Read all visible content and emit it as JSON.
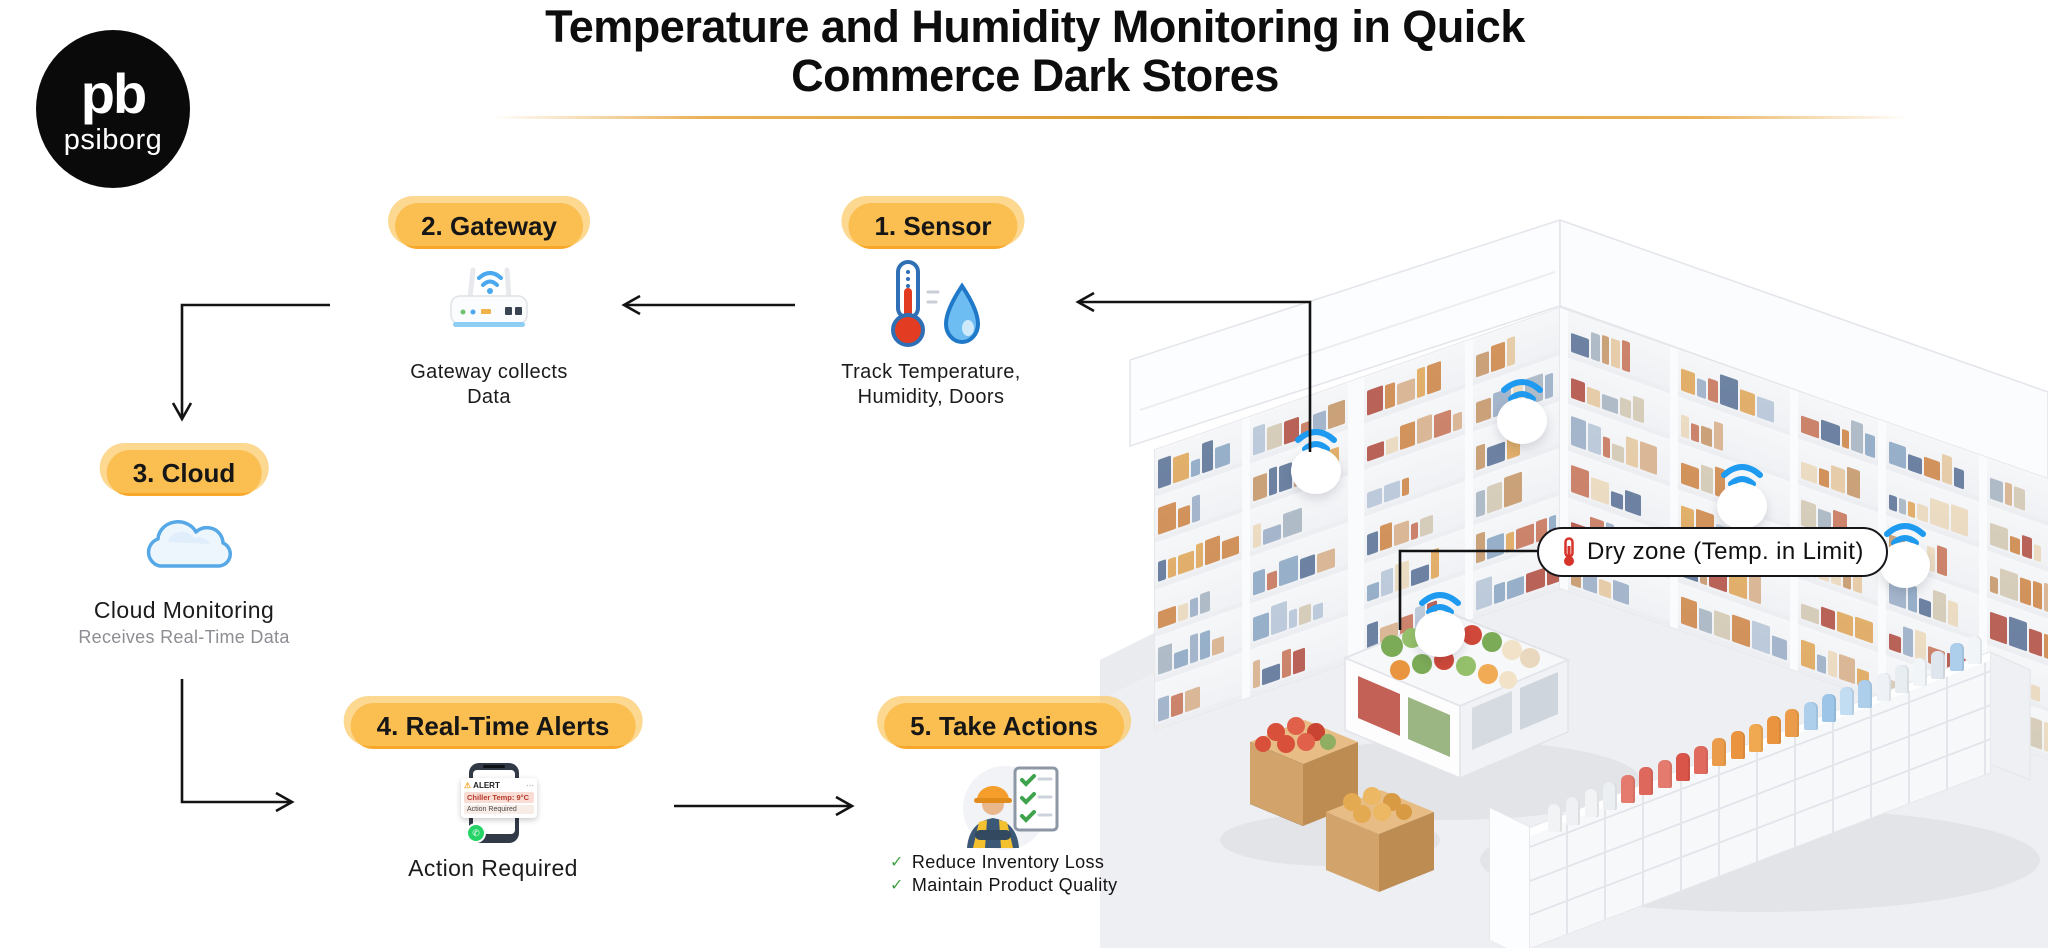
{
  "brand": {
    "logo_monogram": "pb",
    "logo_text": "psiborg"
  },
  "title": {
    "line1": "Temperature and Humidity Monitoring in Quick",
    "line2": "Commerce Dark Stores"
  },
  "steps": {
    "sensor": {
      "badge": "1. Sensor",
      "caption_line1": "Track Temperature,",
      "caption_line2": "Humidity, Doors"
    },
    "gateway": {
      "badge": "2. Gateway",
      "caption_line1": "Gateway collects",
      "caption_line2": "Data"
    },
    "cloud": {
      "badge": "3. Cloud",
      "caption": "Cloud Monitoring",
      "subcaption": "Receives Real-Time Data"
    },
    "alerts": {
      "badge": "4. Real-Time Alerts",
      "caption": "Action Required",
      "phone": {
        "alert_label": "ALERT",
        "menu_dots": "⋯",
        "line1": "Chiller Temp: 9°C",
        "line2": "Action Required"
      }
    },
    "actions": {
      "badge": "5. Take Actions",
      "checklist": [
        {
          "text": "Reduce Inventory Loss"
        },
        {
          "text": "Maintain Product Quality"
        }
      ]
    }
  },
  "store": {
    "dry_zone_label": "Dry zone (Temp. in Limit)"
  },
  "icons": {
    "check": "✓",
    "warning": "⚠",
    "ellipsis": "⋯",
    "whatsapp": "✆"
  },
  "colors": {
    "badge_orange": "#F7A82A",
    "badge_halo": "#FBC763",
    "wifi_blue": "#1E9BF0",
    "divider_gold": "#D99A2B",
    "check_green": "#43A047",
    "alert_red": "#B6392B",
    "whatsapp_green": "#25D366",
    "thermometer_red": "#D63429"
  }
}
